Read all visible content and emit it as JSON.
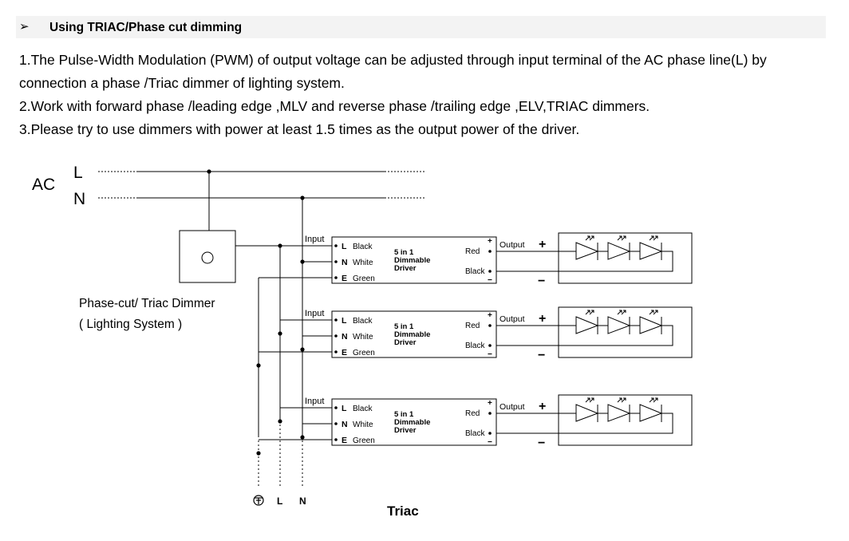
{
  "header": {
    "bullet": "➢",
    "title": "Using TRIAC/Phase cut dimming"
  },
  "paragraphs": [
    "1.The Pulse-Width Modulation (PWM) of output voltage can be adjusted through input terminal of the AC phase line(L) by",
    "connection a phase /Triac dimmer of lighting system.",
    "2.Work with forward phase /leading edge ,MLV and reverse phase /trailing edge ,ELV,TRIAC dimmers.",
    "3.Please try to use dimmers with power at least 1.5 times as the output power of the driver."
  ],
  "diagram": {
    "ac_label": "AC",
    "line_label": "L",
    "neutral_label": "N",
    "dimmer_label_1": "Phase-cut/ Triac Dimmer",
    "dimmer_label_2": "( Lighting System )",
    "drivers": [
      {
        "input_label": "Input",
        "pin_l": "L",
        "wire_l": "Black",
        "pin_n": "N",
        "wire_n": "White",
        "pin_e": "E",
        "wire_e": "Green",
        "name_1": "5 in 1",
        "name_2": "Dimmable",
        "name_3": "Driver",
        "out_red": "Red",
        "out_black": "Black",
        "output_label": "Output",
        "plus": "+",
        "minus": "−"
      },
      {
        "input_label": "Input",
        "pin_l": "L",
        "wire_l": "Black",
        "pin_n": "N",
        "wire_n": "White",
        "pin_e": "E",
        "wire_e": "Green",
        "name_1": "5 in 1",
        "name_2": "Dimmable",
        "name_3": "Driver",
        "out_red": "Red",
        "out_black": "Black",
        "output_label": "Output",
        "plus": "+",
        "minus": "−"
      },
      {
        "input_label": "Input",
        "pin_l": "L",
        "wire_l": "Black",
        "pin_n": "N",
        "wire_n": "White",
        "pin_e": "E",
        "wire_e": "Green",
        "name_1": "5 in 1",
        "name_2": "Dimmable",
        "name_3": "Driver",
        "out_red": "Red",
        "out_black": "Black",
        "output_label": "Output",
        "plus": "+",
        "minus": "−"
      }
    ],
    "bottom_l": "L",
    "bottom_n": "N",
    "triac_label": "Triac",
    "ground_icon": "ground-icon",
    "led_icon": "led-diode-icon"
  }
}
